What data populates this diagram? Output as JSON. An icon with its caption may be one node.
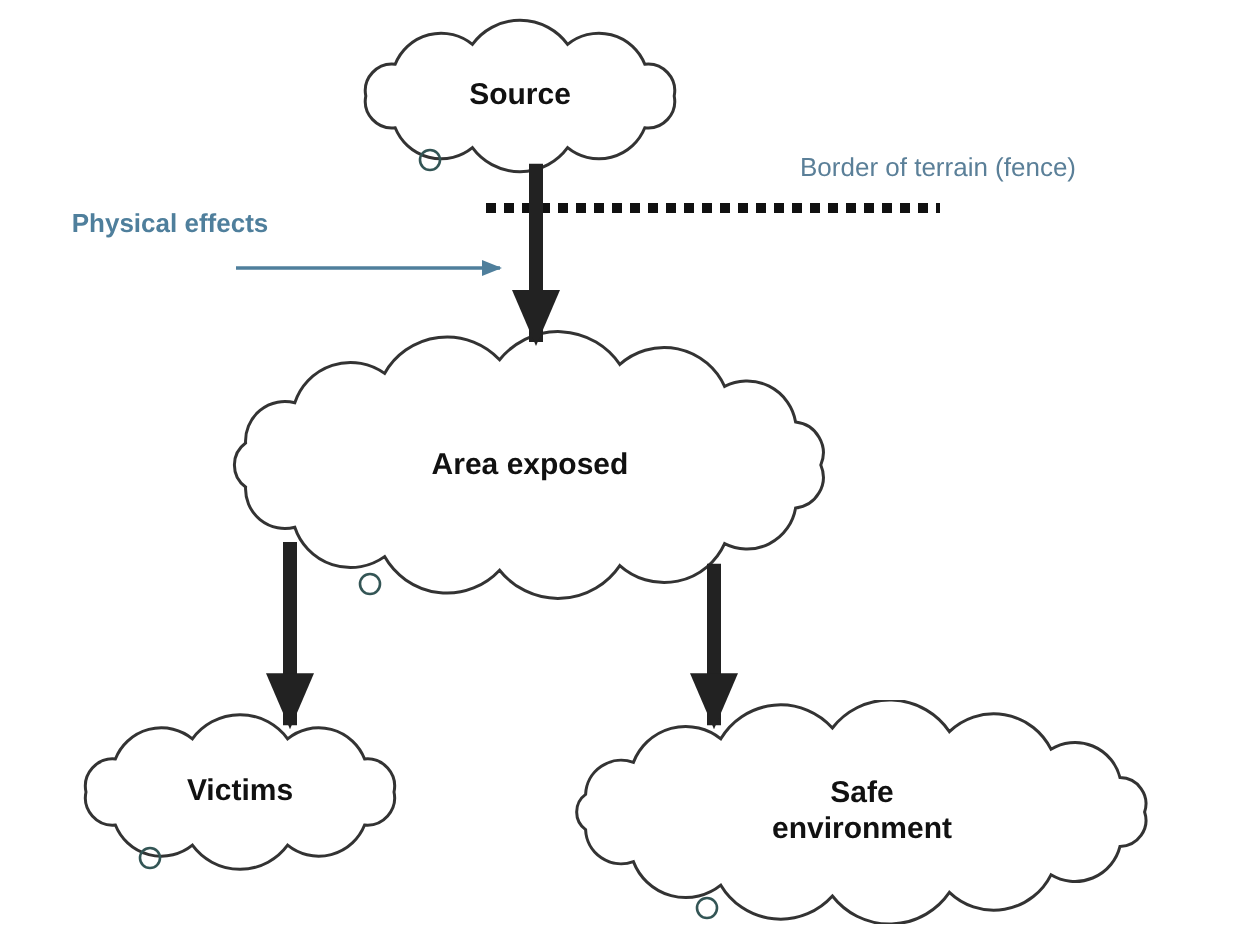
{
  "diagram": {
    "nodes": [
      {
        "text": [
          "Source"
        ]
      },
      {
        "text": [
          "Physical effects"
        ]
      },
      {
        "text": [
          "Area exposed"
        ]
      },
      {
        "text": [
          "Victims"
        ]
      },
      {
        "text": [
          "Safe environment"
        ]
      }
    ],
    "edges": [
      {
        "from": 0,
        "to": 2,
        "arrow": "to"
      },
      {
        "from": 1,
        "to": null,
        "arrow": "to",
        "color": "#4f7f9c"
      },
      {
        "from": 2,
        "to": 3,
        "arrow": "to"
      },
      {
        "from": 2,
        "to": 4,
        "arrow": "to"
      }
    ],
    "labels": [
      "Border of terrain (fence)"
    ]
  }
}
